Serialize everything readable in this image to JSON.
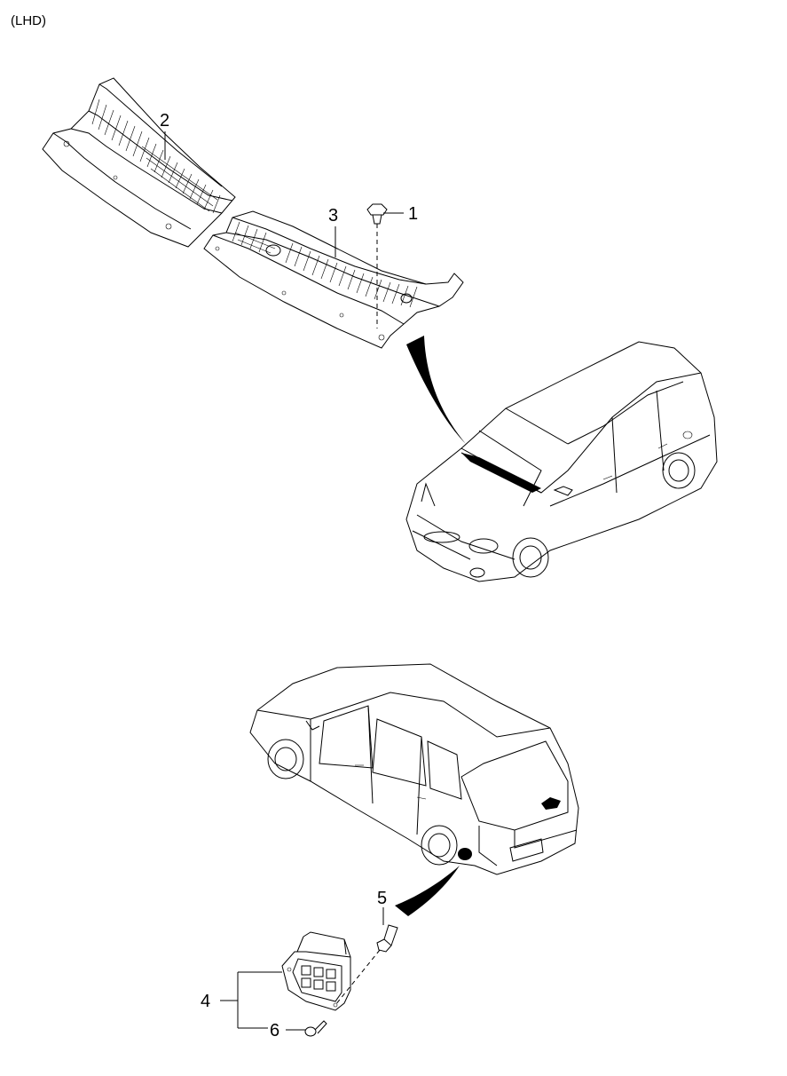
{
  "header": {
    "variant": "(LHD)"
  },
  "callouts": {
    "c1": "1",
    "c2": "2",
    "c3": "3",
    "c4": "4",
    "c5": "5",
    "c6": "6"
  },
  "colors": {
    "line": "#000000",
    "background": "#ffffff"
  }
}
